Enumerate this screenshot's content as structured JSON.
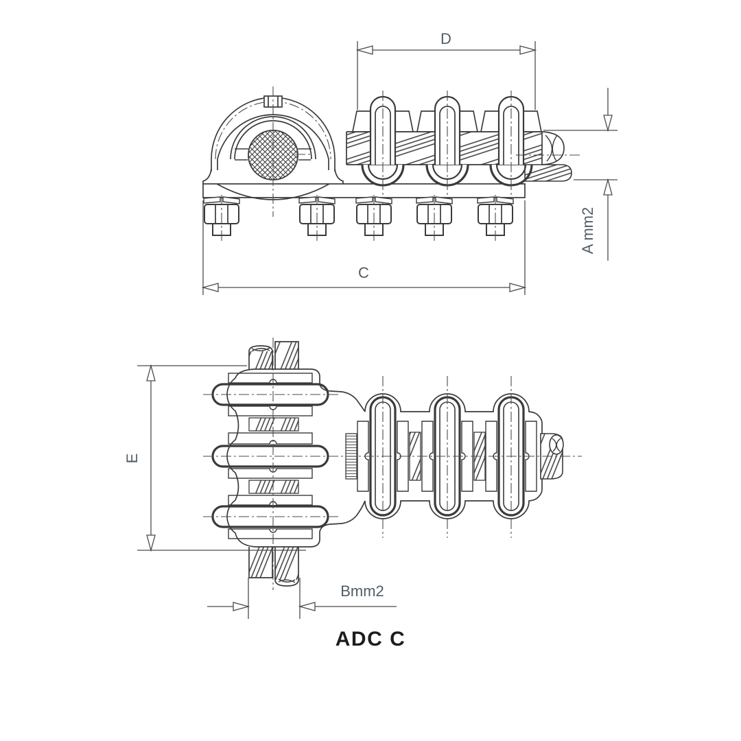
{
  "drawing": {
    "title": "ADC C",
    "labels": {
      "dim_d": "D",
      "dim_a": "A mm2",
      "dim_c": "C",
      "dim_e": "E",
      "dim_b": "Bmm2"
    },
    "colors": {
      "background": "#ffffff",
      "line": "#3a3a3a",
      "centerline": "#4a4a4a",
      "dim_line": "#4a4a4a",
      "dim_text": "#525c66",
      "title_text": "#1d1d1b"
    }
  }
}
